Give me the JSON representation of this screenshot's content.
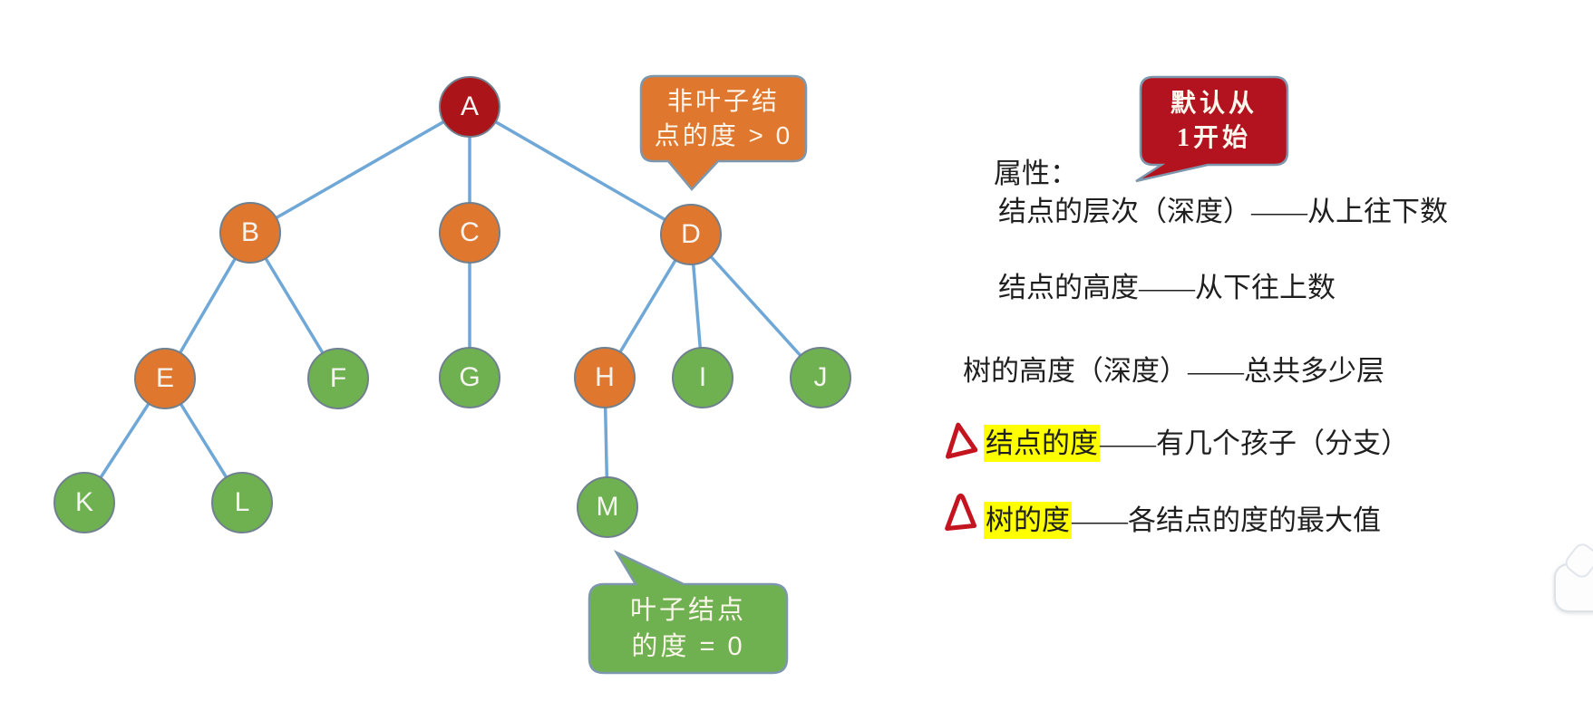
{
  "palette": {
    "root_node": "#ab1418",
    "internal_node": "#e0772e",
    "leaf_node": "#6fb151",
    "edge": "#6fa7d7",
    "node_border": "#70808f",
    "node_label": "#f7f5f1",
    "callout_default_bg": "#b2131f",
    "callout_border": "#7d97ad",
    "callout_text": "#fdf6ec",
    "highlight": "#ffff00",
    "annotation_red": "#c41420",
    "body_text": "#1f1f1f"
  },
  "tree": {
    "nodes": [
      {
        "label": "A",
        "type": "root"
      },
      {
        "label": "B",
        "type": "internal"
      },
      {
        "label": "C",
        "type": "internal"
      },
      {
        "label": "D",
        "type": "internal"
      },
      {
        "label": "E",
        "type": "internal"
      },
      {
        "label": "F",
        "type": "leaf"
      },
      {
        "label": "G",
        "type": "leaf"
      },
      {
        "label": "H",
        "type": "internal"
      },
      {
        "label": "I",
        "type": "leaf"
      },
      {
        "label": "J",
        "type": "leaf"
      },
      {
        "label": "K",
        "type": "leaf"
      },
      {
        "label": "L",
        "type": "leaf"
      },
      {
        "label": "M",
        "type": "leaf"
      }
    ],
    "edges": [
      "A-B",
      "A-C",
      "A-D",
      "B-E",
      "B-F",
      "C-G",
      "D-H",
      "D-I",
      "D-J",
      "E-K",
      "E-L",
      "H-M"
    ]
  },
  "callouts": {
    "nonleaf": {
      "line1": "非叶子结",
      "line2": "点的度 > 0"
    },
    "leaf": {
      "line1": "叶子结点",
      "line2": "的度 = 0"
    },
    "default_start": {
      "line1": "默认从",
      "line2": "1开始"
    }
  },
  "notes": {
    "heading": "属性：",
    "lines": [
      {
        "text": "结点的层次（深度）——从上往下数"
      },
      {
        "text": "结点的高度——从下往上数"
      },
      {
        "text": "树的高度（深度）——总共多少层"
      },
      {
        "marker": "delta",
        "highlight": "结点的度",
        "rest": "——有几个孩子（分支）"
      },
      {
        "marker": "delta",
        "highlight": "树的度",
        "rest": "——各结点的度的最大值"
      }
    ]
  }
}
